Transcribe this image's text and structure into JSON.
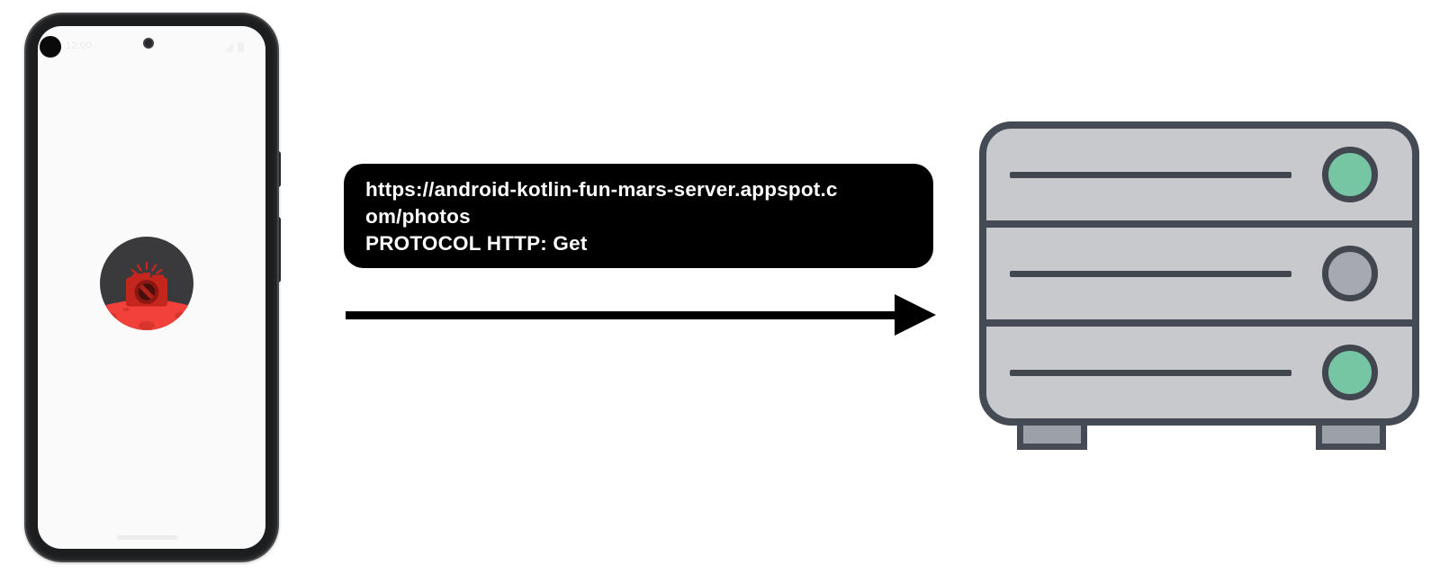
{
  "phone": {
    "status_bar": {
      "time": "12:00",
      "icons": [
        "signal-icon",
        "battery-icon"
      ]
    },
    "app_icon": {
      "name": "mars-photos-app-icon",
      "colors": {
        "sky": "#3a3a3c",
        "mars_red": "#f2413a",
        "crater_red": "#d8352c",
        "camera_red": "#c4251c",
        "lens_ring": "#8e1712",
        "lens_dark": "#47100d",
        "lens_glare": "#b3221a"
      }
    }
  },
  "request_box": {
    "bg": "#000000",
    "text_color": "#ffffff",
    "lines": [
      "https://android-kotlin-fun-mars-server.appspot.c",
      "om/photos",
      "PROTOCOL HTTP: Get"
    ]
  },
  "arrow": {
    "direction": "right",
    "color": "#000000"
  },
  "server": {
    "body_color": "#c8c9cd",
    "outline_color": "#454b54",
    "foot_color": "#9ca0a9",
    "slots": [
      {
        "led_state": "green",
        "led_color": "#76c5a3"
      },
      {
        "led_state": "gray",
        "led_color": "#a7a9b1"
      },
      {
        "led_state": "green",
        "led_color": "#76c5a3"
      }
    ]
  }
}
